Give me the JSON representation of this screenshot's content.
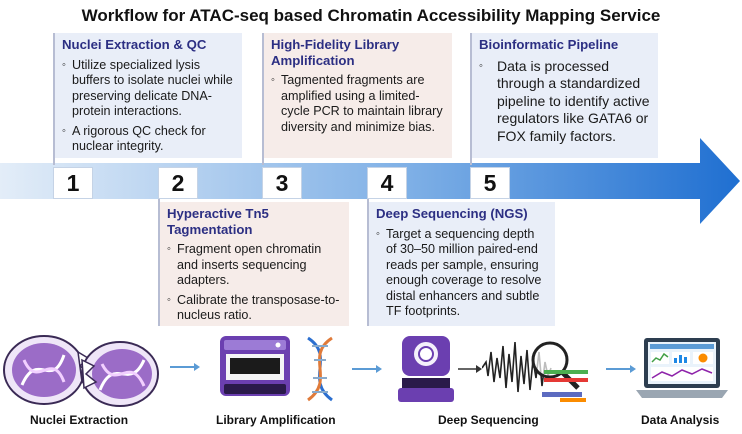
{
  "title": "Workflow for ATAC-seq based Chromatin Accessibility Mapping Service",
  "steps": [
    {
      "number": "1",
      "heading": "Nuclei Extraction & QC",
      "bullets": [
        "Utilize specialized lysis buffers to isolate nuclei while preserving delicate DNA-protein interactions.",
        "A rigorous QC check for nuclear integrity."
      ]
    },
    {
      "number": "2",
      "heading": "Hyperactive Tn5 Tagmentation",
      "bullets": [
        "Fragment open chromatin and inserts sequencing adapters.",
        "Calibrate the transposase-to-nucleus ratio."
      ]
    },
    {
      "number": "3",
      "heading": "High-Fidelity Library Amplification",
      "bullets": [
        "Tagmented fragments are amplified using a limited-cycle PCR to maintain library diversity and minimize bias."
      ]
    },
    {
      "number": "4",
      "heading": "Deep Sequencing (NGS)",
      "bullets": [
        "Target a sequencing depth of 30–50 million paired-end reads per sample, ensuring enough coverage to resolve distal enhancers and subtle TF footprints."
      ]
    },
    {
      "number": "5",
      "heading": "Bioinformatic Pipeline",
      "bullets": [
        "Data is processed through a standardized pipeline to identify active regulators like GATA6 or FOX family factors."
      ]
    }
  ],
  "bottom_labels": [
    "Nuclei Extraction",
    "Library Amplification",
    "Deep Sequencing",
    "Data Analysis"
  ],
  "colors": {
    "arrow_light": "#d6e6f7",
    "arrow_dark": "#1f6fd1",
    "card_blue": "#e9eef8",
    "card_pink": "#f6ece9",
    "heading": "#2c2f83",
    "nuclei": "#9b6cc7"
  },
  "icons": [
    "nuclei-icon",
    "library-amplifier-icon",
    "dna-helix-icon",
    "sequencer-icon",
    "waveform-magnifier-icon",
    "laptop-dashboard-icon"
  ]
}
